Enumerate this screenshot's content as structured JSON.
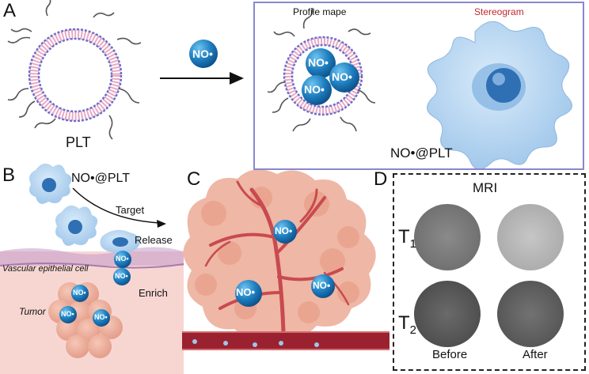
{
  "panels": {
    "a": "A",
    "b": "B",
    "c": "C",
    "d": "D"
  },
  "panel_a": {
    "plt_label": "PLT",
    "no_symbol": "NO•",
    "profile_label": "Profile mape",
    "stereogram_label": "Stereogram",
    "product_label": "NO•@PLT",
    "stereogram_color": "#c0282d",
    "frame_color": "#8a86d0"
  },
  "panel_b": {
    "product_label": "NO•@PLT",
    "target_label": "Target",
    "release_label": "Release",
    "vessel_label": "Vascular epithelial cell",
    "enrich_label": "Enrich",
    "tumor_label": "Tumor"
  },
  "panel_c": {
    "no_symbol": "NO•"
  },
  "panel_d": {
    "title": "MRI",
    "row1_main": "T",
    "row1_sub": "1",
    "row2_main": "T",
    "row2_sub": "2",
    "col_before": "Before",
    "col_after": "After"
  }
}
